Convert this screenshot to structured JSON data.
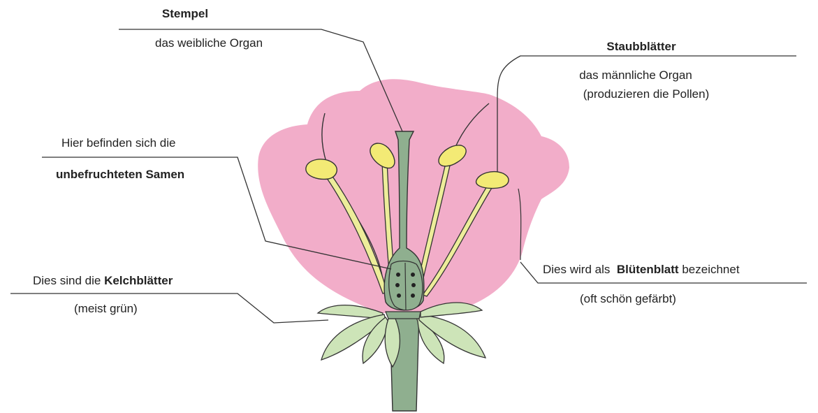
{
  "labels": {
    "stempel": {
      "title": "Stempel",
      "desc": "das weibliche Organ"
    },
    "staubblaetter": {
      "title": "Staubblätter",
      "desc1": "das männliche Organ",
      "desc2": "(produzieren die Pollen)"
    },
    "samen": {
      "line1": "Hier befinden sich die",
      "line2": "unbefruchteten Samen"
    },
    "kelch": {
      "prefix": "Dies sind die",
      "bold": "Kelchblätter",
      "desc": "(meist grün)"
    },
    "bluete": {
      "prefix": "Dies wird als",
      "bold": "Blütenblatt",
      "suffix": "bezeichnet",
      "desc": "(oft schön gefärbt)"
    }
  },
  "colors": {
    "petal": "#f2adc9",
    "stem": "#8faf8f",
    "leaf": "#cde4b8",
    "anther": "#f3ea75",
    "filament": "#eded9a",
    "line": "#333333"
  }
}
